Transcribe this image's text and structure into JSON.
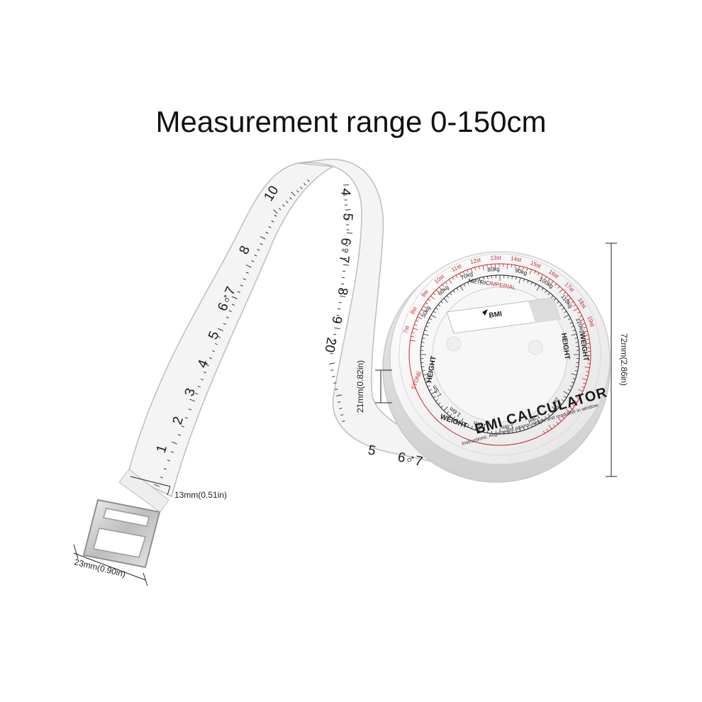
{
  "headline": "Measurement range 0-150cm",
  "dimensions": {
    "buckle_width": "23mm(0.90in)",
    "tape_width": "13mm(0.51in)",
    "case_thickness": "21mm(0.82in)",
    "case_diameter": "72mm(2.86in)"
  },
  "tape": {
    "left_numbers": [
      "1",
      "2",
      "3",
      "4",
      "5",
      "6♂7",
      "8",
      "10"
    ],
    "right_numbers": [
      "4",
      "5",
      "6♀7",
      "8",
      "9",
      "20"
    ],
    "exit_numbers": [
      "5",
      "6♂7"
    ]
  },
  "device": {
    "title": "BMI CALCULATOR",
    "instructions": "Instructions: Align height against weight and read BMI in window",
    "height_label": "HEIGHT",
    "weight_label": "WEIGHT",
    "metric_label": "METRIC",
    "imperial_label": "IMPERIAL",
    "stone_label": "STONE",
    "bmi_label": "BMI",
    "weight_kg": [
      "50kg",
      "60kg",
      "70kg",
      "80kg",
      "90kg",
      "100kg",
      "110kg",
      "120kg"
    ],
    "weight_st": [
      "7st",
      "8st",
      "9st",
      "10st",
      "11st",
      "12st",
      "13st",
      "14st",
      "15st",
      "16st",
      "17st",
      "18st",
      "19st"
    ],
    "height_m": [
      "1.5m",
      "1.6m",
      "1.7m",
      "1.8m",
      "1.9m",
      "2m"
    ]
  },
  "colors": {
    "tape": "#f4f4f4",
    "case": "#f7f7f7",
    "accent_red": "#c8262b",
    "ink": "#1a1a1a"
  }
}
